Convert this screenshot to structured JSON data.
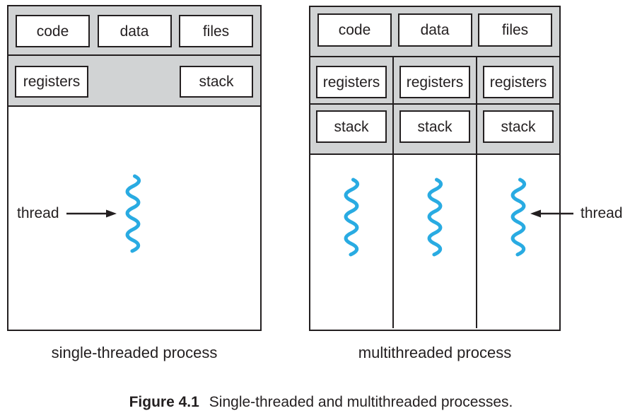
{
  "palette": {
    "background": "#ffffff",
    "panel_gray": "#d1d3d4",
    "line": "#231f20",
    "thread_blue": "#29abe2",
    "text": "#231f20"
  },
  "single_diagram": {
    "code": "code",
    "data": "data",
    "files": "files",
    "registers": "registers",
    "stack": "stack",
    "thread_label": "thread",
    "caption": "single-threaded process",
    "thread_count": 1
  },
  "multi_diagram": {
    "code": "code",
    "data": "data",
    "files": "files",
    "columns": [
      {
        "registers": "registers",
        "stack": "stack"
      },
      {
        "registers": "registers",
        "stack": "stack"
      },
      {
        "registers": "registers",
        "stack": "stack"
      }
    ],
    "thread_label": "thread",
    "caption": "multithreaded process",
    "thread_count": 3
  },
  "figure_caption": {
    "label": "Figure 4.1",
    "text": "Single-threaded and multithreaded processes."
  }
}
